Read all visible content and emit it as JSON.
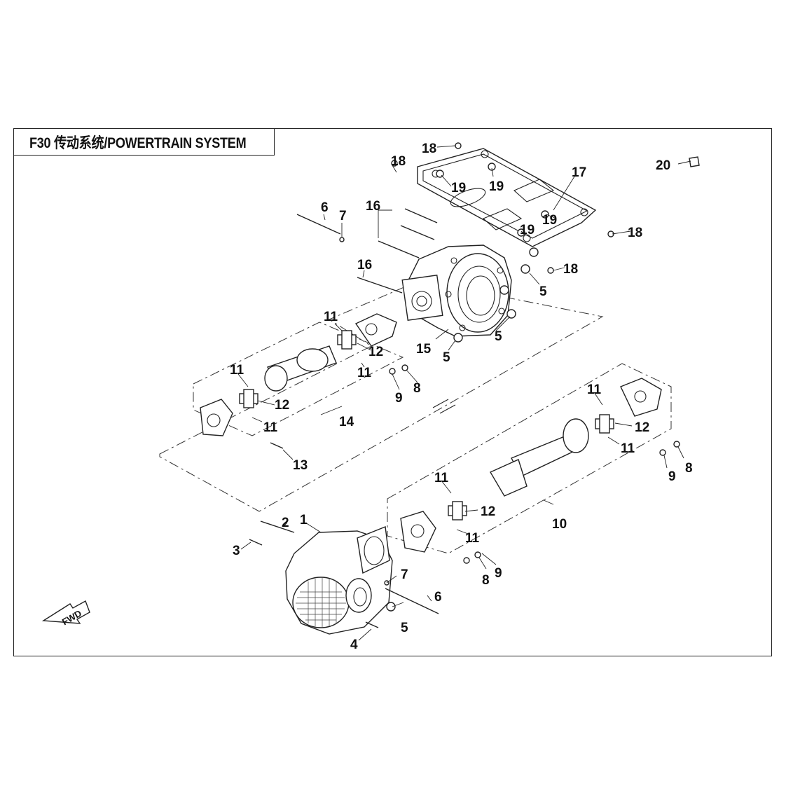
{
  "title": "F30 传动系统/POWERTRAIN SYSTEM",
  "fwd_label": "FWD",
  "callouts": [
    {
      "id": "c1",
      "label": "1"
    },
    {
      "id": "c2",
      "label": "2"
    },
    {
      "id": "c3",
      "label": "3"
    },
    {
      "id": "c4",
      "label": "4"
    },
    {
      "id": "c5a",
      "label": "5"
    },
    {
      "id": "c5b",
      "label": "5"
    },
    {
      "id": "c5c",
      "label": "5"
    },
    {
      "id": "c5d",
      "label": "5"
    },
    {
      "id": "c6a",
      "label": "6"
    },
    {
      "id": "c6b",
      "label": "6"
    },
    {
      "id": "c7a",
      "label": "7"
    },
    {
      "id": "c7b",
      "label": "7"
    },
    {
      "id": "c8a",
      "label": "8"
    },
    {
      "id": "c8b",
      "label": "8"
    },
    {
      "id": "c8c",
      "label": "8"
    },
    {
      "id": "c9a",
      "label": "9"
    },
    {
      "id": "c9b",
      "label": "9"
    },
    {
      "id": "c9c",
      "label": "9"
    },
    {
      "id": "c10",
      "label": "10"
    },
    {
      "id": "c11a",
      "label": "11"
    },
    {
      "id": "c11b",
      "label": "11"
    },
    {
      "id": "c11c",
      "label": "11"
    },
    {
      "id": "c11d",
      "label": "11"
    },
    {
      "id": "c11e",
      "label": "11"
    },
    {
      "id": "c11f",
      "label": "11"
    },
    {
      "id": "c11g",
      "label": "11"
    },
    {
      "id": "c11h",
      "label": "11"
    },
    {
      "id": "c12a",
      "label": "12"
    },
    {
      "id": "c12b",
      "label": "12"
    },
    {
      "id": "c12c",
      "label": "12"
    },
    {
      "id": "c12d",
      "label": "12"
    },
    {
      "id": "c13",
      "label": "13"
    },
    {
      "id": "c14",
      "label": "14"
    },
    {
      "id": "c15",
      "label": "15"
    },
    {
      "id": "c16a",
      "label": "16"
    },
    {
      "id": "c16b",
      "label": "16"
    },
    {
      "id": "c17",
      "label": "17"
    },
    {
      "id": "c18a",
      "label": "18"
    },
    {
      "id": "c18b",
      "label": "18"
    },
    {
      "id": "c18c",
      "label": "18"
    },
    {
      "id": "c18d",
      "label": "18"
    },
    {
      "id": "c19a",
      "label": "19"
    },
    {
      "id": "c19b",
      "label": "19"
    },
    {
      "id": "c19c",
      "label": "19"
    },
    {
      "id": "c19d",
      "label": "19"
    },
    {
      "id": "c20",
      "label": "20"
    }
  ]
}
